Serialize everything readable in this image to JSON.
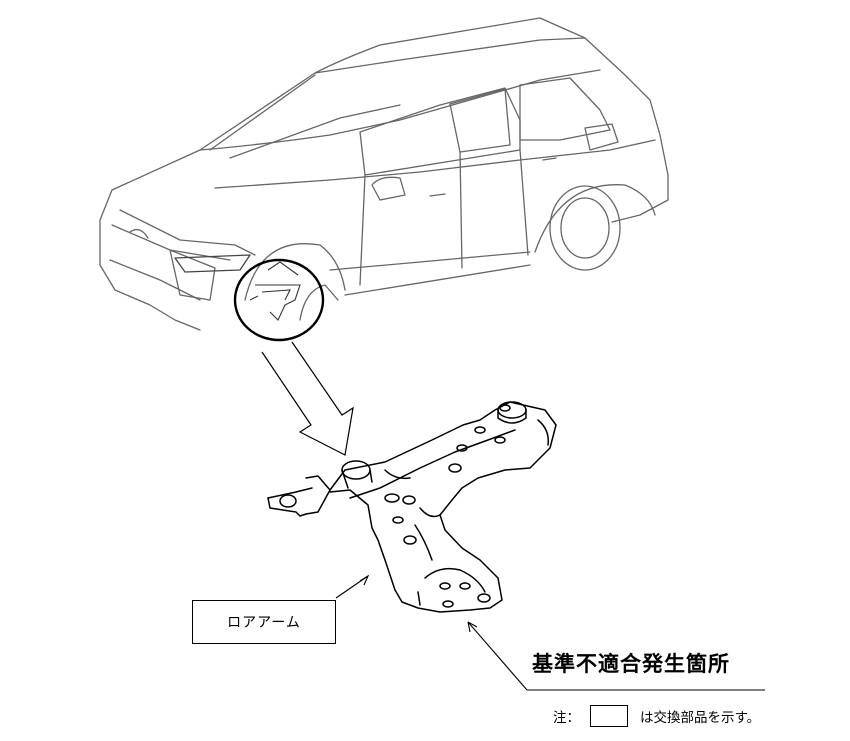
{
  "part_label": "ロアアーム",
  "issue_location_label": "基準不適合発生箇所",
  "note": {
    "prefix": "注：",
    "suffix": "は交換部品を示す。"
  },
  "icons": {
    "vehicle": "suv-vehicle-illustration",
    "part": "lower-arm-illustration",
    "magnifier": "detail-circle",
    "callout": "arrow"
  }
}
